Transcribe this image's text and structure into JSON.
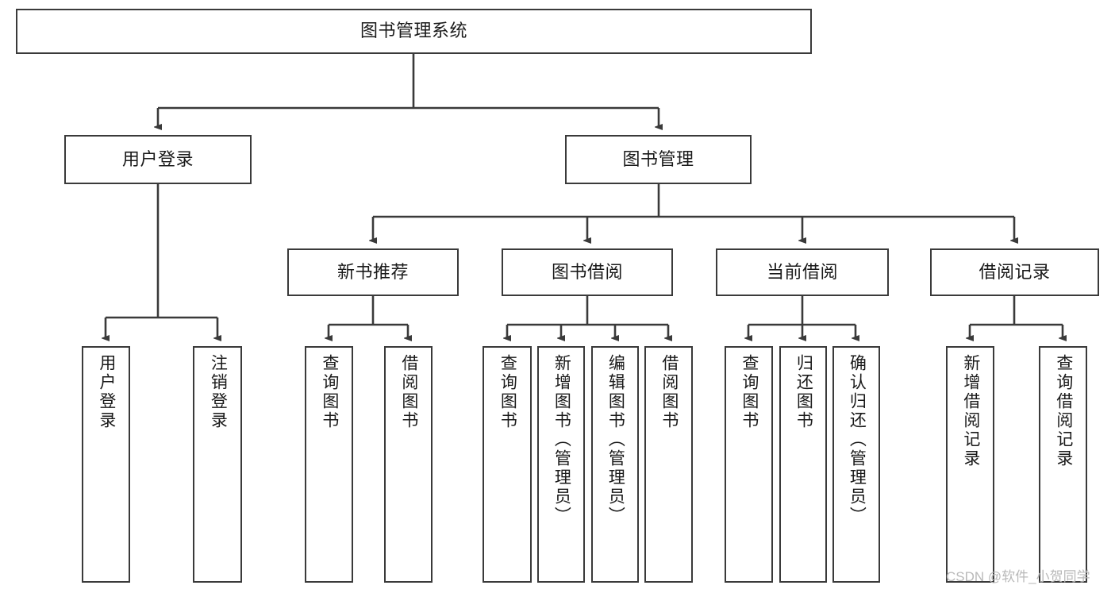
{
  "diagram": {
    "title_node": {
      "label": "图书管理系统"
    },
    "level1": [
      {
        "id": "user-login",
        "label": "用户登录"
      },
      {
        "id": "book-management",
        "label": "图书管理"
      }
    ],
    "level2": [
      {
        "id": "new-book-recommend",
        "label": "新书推荐"
      },
      {
        "id": "book-borrow",
        "label": "图书借阅"
      },
      {
        "id": "current-borrow",
        "label": "当前借阅"
      },
      {
        "id": "borrow-record",
        "label": "借阅记录"
      }
    ],
    "leaves": {
      "user_login": [
        {
          "id": "leaf-user-login",
          "label": "用户登录"
        },
        {
          "id": "leaf-logout-login",
          "label": "注销登录"
        }
      ],
      "new_book_recommend": [
        {
          "id": "leaf-query-book-1",
          "label": "查询图书"
        },
        {
          "id": "leaf-borrow-book-1",
          "label": "借阅图书"
        }
      ],
      "book_borrow": [
        {
          "id": "leaf-query-book-2",
          "label": "查询图书"
        },
        {
          "id": "leaf-add-book",
          "label": "新增图书（管理员）"
        },
        {
          "id": "leaf-edit-book",
          "label": "编辑图书（管理员）"
        },
        {
          "id": "leaf-borrow-book-2",
          "label": "借阅图书"
        }
      ],
      "current_borrow": [
        {
          "id": "leaf-query-book-3",
          "label": "查询图书"
        },
        {
          "id": "leaf-return-book",
          "label": "归还图书"
        },
        {
          "id": "leaf-confirm-return",
          "label": "确认归还（管理员）"
        }
      ],
      "borrow_record": [
        {
          "id": "leaf-add-record",
          "label": "新增借阅记录"
        },
        {
          "id": "leaf-query-record",
          "label": "查询借阅记录"
        }
      ]
    }
  },
  "watermark": {
    "text": "CSDN @软件_小贺同学"
  },
  "colors": {
    "border": "#3a3a3a",
    "background": "#ffffff",
    "text": "#1a1a1a",
    "watermark": "#b9b9b9"
  }
}
